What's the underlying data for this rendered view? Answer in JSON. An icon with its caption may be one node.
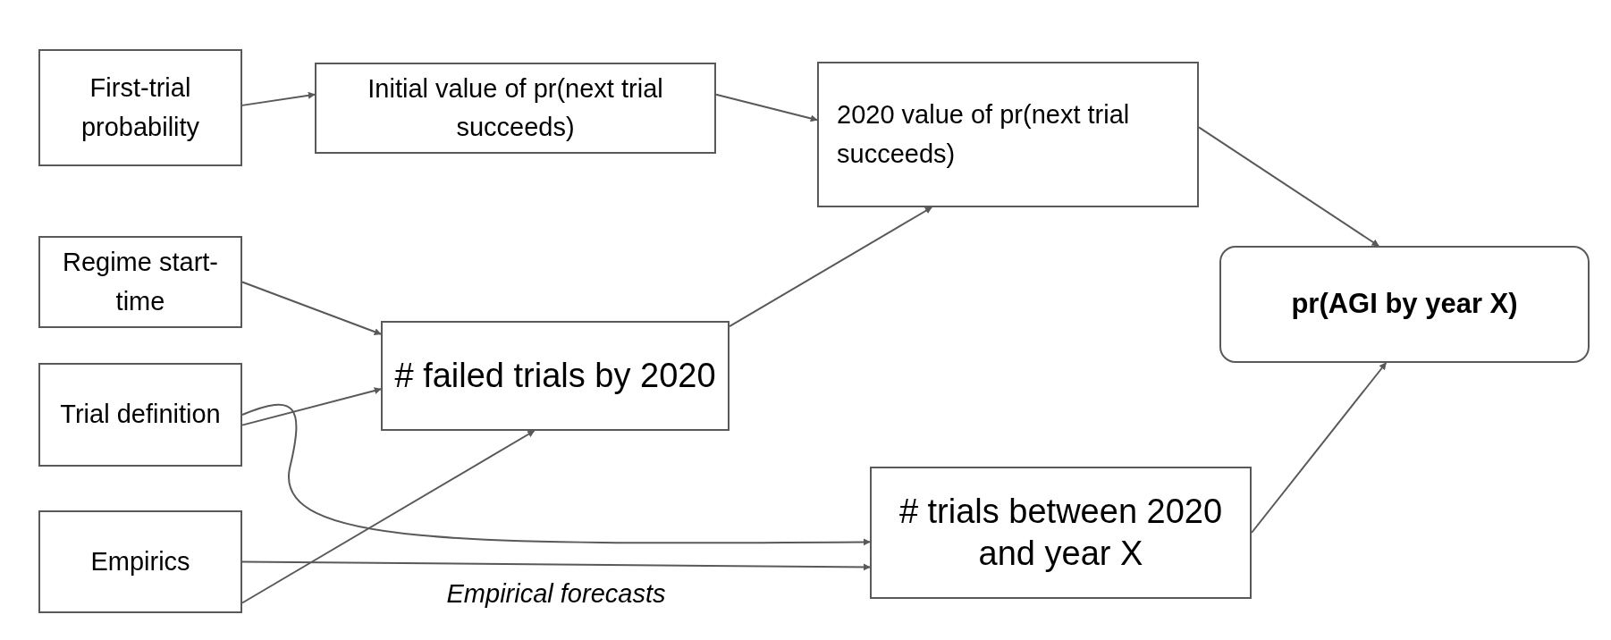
{
  "diagram": {
    "nodes": [
      {
        "text": [
          "First-trial probability"
        ]
      },
      {
        "text": [
          "Initial value of pr(next trial succeeds)"
        ]
      },
      {
        "text": [
          "2020 value of pr(next trial succeeds)"
        ]
      },
      {
        "text": [
          "Regime start-time"
        ]
      },
      {
        "text": [
          "# failed trials by 2020"
        ]
      },
      {
        "text": [
          "pr(AGI by year X)"
        ]
      },
      {
        "text": [
          "Trial definition"
        ]
      },
      {
        "text": [
          "# trials between 2020 and year X"
        ]
      },
      {
        "text": [
          "Empirics"
        ]
      }
    ],
    "edges": [
      {
        "from": 0,
        "to": 1,
        "arrow": "to"
      },
      {
        "from": 1,
        "to": 2,
        "arrow": "to"
      },
      {
        "from": 2,
        "to": 5,
        "arrow": "to"
      },
      {
        "from": 3,
        "to": 4,
        "arrow": "to"
      },
      {
        "from": 6,
        "to": 4,
        "arrow": "to"
      },
      {
        "from": 6,
        "to": 7,
        "arrow": "to"
      },
      {
        "from": 8,
        "to": 4,
        "arrow": "to"
      },
      {
        "from": 8,
        "to": 7,
        "arrow": "to",
        "label": "Empirical forecasts"
      },
      {
        "from": 4,
        "to": 2,
        "arrow": "to"
      },
      {
        "from": 7,
        "to": 5,
        "arrow": "to"
      }
    ]
  }
}
